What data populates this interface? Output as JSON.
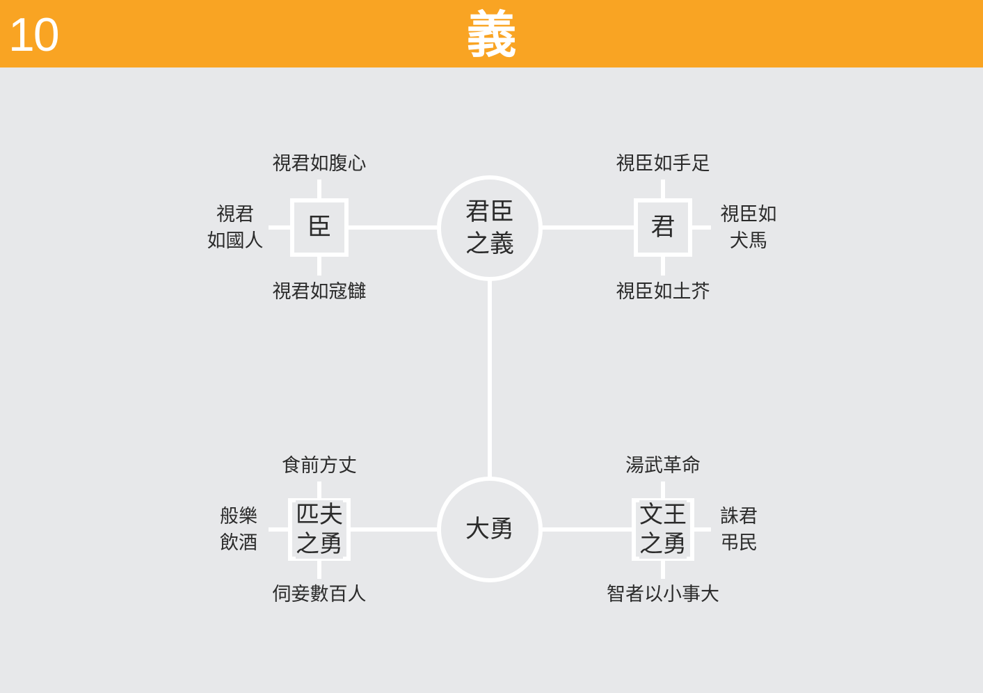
{
  "header": {
    "number": "10",
    "title": "義"
  },
  "center_top": {
    "line1": "君臣",
    "line2": "之義"
  },
  "center_bottom": {
    "label": "大勇"
  },
  "top_left": {
    "box": "臣",
    "top": "視君如腹心",
    "left_line1": "視君",
    "left_line2": "如國人",
    "bottom": "視君如寇讎"
  },
  "top_right": {
    "box": "君",
    "top": "視臣如手足",
    "right_line1": "視臣如",
    "right_line2": "犬馬",
    "bottom": "視臣如土芥"
  },
  "bottom_left": {
    "box_line1": "匹夫",
    "box_line2": "之勇",
    "top": "食前方丈",
    "left_line1": "般樂",
    "left_line2": "飲酒",
    "bottom": "伺妾數百人"
  },
  "bottom_right": {
    "box_line1": "文王",
    "box_line2": "之勇",
    "top": "湯武革命",
    "right_line1": "誅君",
    "right_line2": "弔民",
    "bottom": "智者以小事大"
  },
  "colors": {
    "header_bg": "#f9a423",
    "background": "#e7e8ea",
    "lines": "#ffffff",
    "text": "#2b2b2b"
  }
}
